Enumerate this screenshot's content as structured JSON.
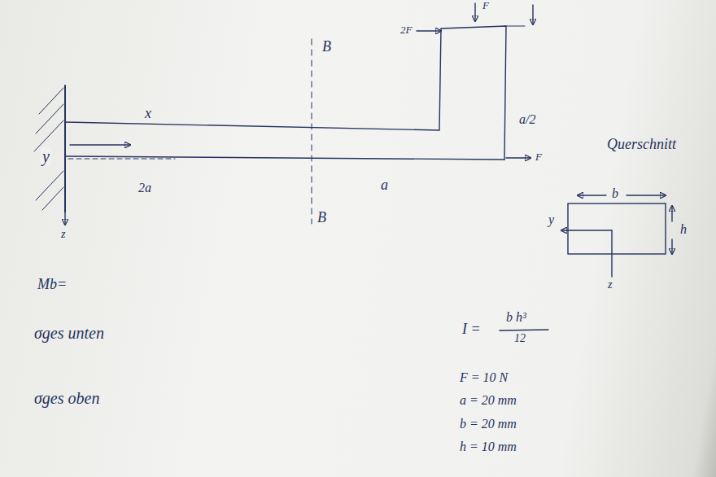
{
  "diagram": {
    "labels": [
      "2F",
      "F",
      "B",
      "B",
      "x",
      "y",
      "z",
      "2a",
      "a",
      "a/2",
      "F",
      "Querschnitt",
      "b",
      "h",
      "y",
      "z",
      "Mb=",
      "σges unten",
      "σges oben",
      "I =",
      "b h³",
      "12",
      "F = 10 N",
      "a = 20 mm",
      "b = 20 mm",
      "h = 10 mm"
    ]
  }
}
